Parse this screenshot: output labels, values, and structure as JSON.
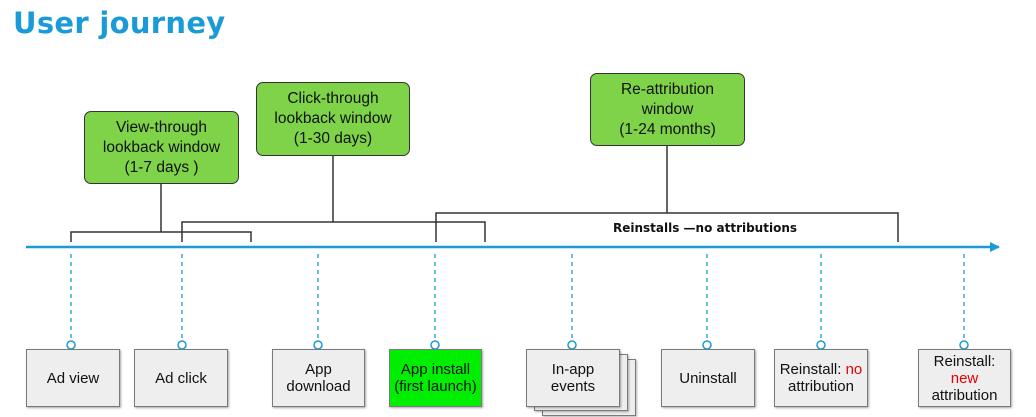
{
  "title": "User journey",
  "windows": {
    "view_through": [
      "View-through",
      "lookback window",
      "(1-7 days )"
    ],
    "click_through": [
      "Click-through",
      "lookback window",
      "(1-30 days)"
    ],
    "reattribution": [
      "Re-attribution",
      "window",
      "(1-24 months)"
    ]
  },
  "reinstall_bracket_label": "Reinstalls —no attributions",
  "steps": {
    "ad_view": [
      "Ad view"
    ],
    "ad_click": [
      "Ad click"
    ],
    "app_download": [
      "App",
      "download"
    ],
    "app_install": [
      "App install",
      "(first launch)"
    ],
    "in_app_events": [
      "In-app events"
    ],
    "uninstall": [
      "Uninstall"
    ],
    "reinstall_no": {
      "prefix": "Reinstall: ",
      "highlight": "no",
      "rest": "attribution"
    },
    "reinstall_new": {
      "prefix": "Reinstall: ",
      "highlight": "new",
      "rest": "attribution"
    }
  },
  "colors": {
    "title": "#1a9bd7",
    "timeline": "#1a9bd7",
    "window_fill": "#7ed348",
    "install_fill": "#00ee00",
    "step_fill": "#eeeeee",
    "highlight_text": "#e60000"
  }
}
